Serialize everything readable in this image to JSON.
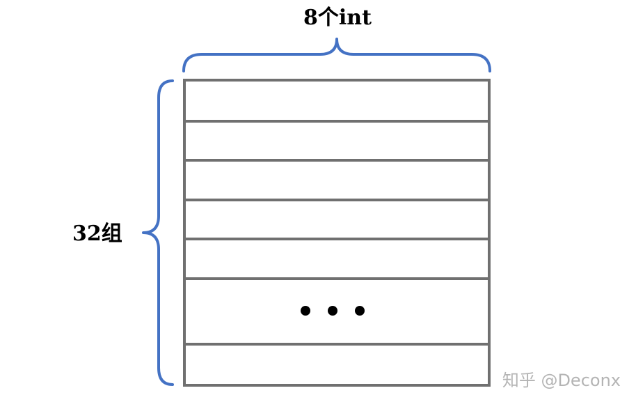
{
  "top_label": "8个int",
  "side_label": "32组",
  "ellipsis": "• • •",
  "watermark": "知乎 @Deconx",
  "colors": {
    "brace": "#4472c4",
    "grid": "#707070",
    "text": "#000000",
    "watermark": "#b4b4b4"
  }
}
